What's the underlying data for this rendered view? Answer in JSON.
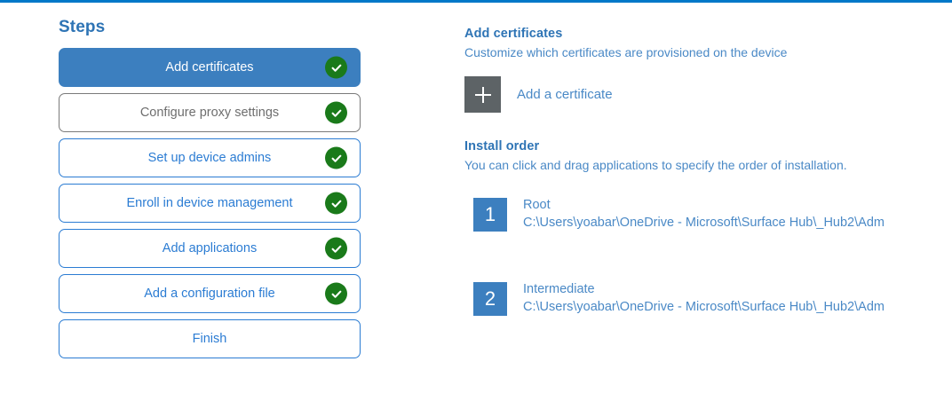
{
  "accent_color": "#0078c8",
  "steps": {
    "title": "Steps",
    "items": [
      {
        "label": "Add certificates",
        "state": "active",
        "completed": true
      },
      {
        "label": "Configure proxy settings",
        "state": "muted",
        "completed": true
      },
      {
        "label": "Set up device admins",
        "state": "normal",
        "completed": true
      },
      {
        "label": "Enroll in device management",
        "state": "normal",
        "completed": true
      },
      {
        "label": "Add applications",
        "state": "normal",
        "completed": true
      },
      {
        "label": "Add a configuration file",
        "state": "normal",
        "completed": true
      },
      {
        "label": "Finish",
        "state": "normal",
        "completed": false
      }
    ]
  },
  "detail": {
    "heading": "Add certificates",
    "subheading": "Customize which certificates are provisioned on the device",
    "add_certificate_label": "Add a certificate",
    "add_icon": "plus-icon",
    "install_order": {
      "heading": "Install order",
      "subheading": "You can click and drag applications to specify the order of installation.",
      "items": [
        {
          "number": "1",
          "name": "Root",
          "path": "C:\\Users\\yoabar\\OneDrive - Microsoft\\Surface Hub\\_Hub2\\Adm"
        },
        {
          "number": "2",
          "name": "Intermediate",
          "path": "C:\\Users\\yoabar\\OneDrive - Microsoft\\Surface Hub\\_Hub2\\Adm"
        }
      ]
    }
  }
}
